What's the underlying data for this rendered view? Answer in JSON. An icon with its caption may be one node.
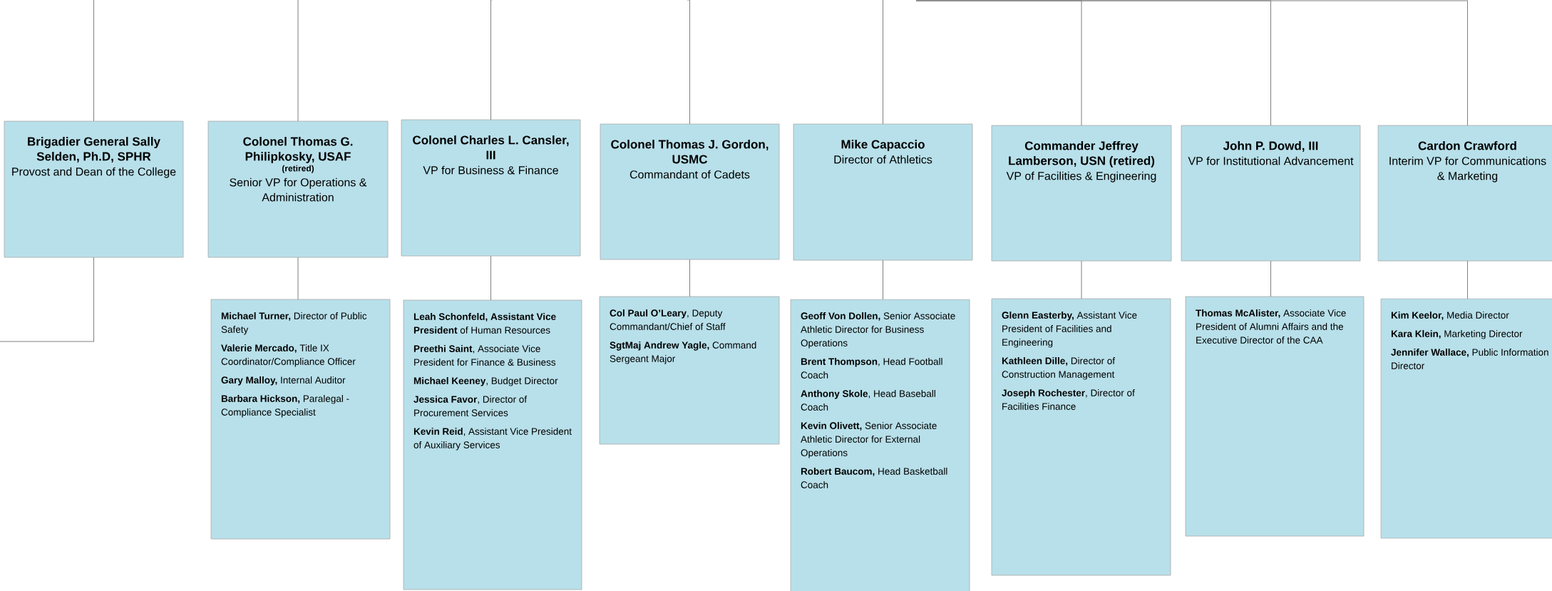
{
  "diagram": {
    "nodes": [
      {
        "text": [
          "Brigadier General Sally Selden, Ph.D, SPHR",
          "Provost and Dean of the College"
        ]
      },
      {
        "text": [
          "Colonel Thomas G. Philipkosky, USAF",
          "(retired)",
          "Senior VP for Operations & Administration"
        ]
      },
      {
        "text": [
          "Colonel Charles L. Cansler, III",
          "VP for Business & Finance"
        ]
      },
      {
        "text": [
          "Colonel Thomas J. Gordon, USMC",
          "Commandant of Cadets"
        ]
      },
      {
        "text": [
          "Mike Capaccio",
          "Director of Athletics"
        ]
      },
      {
        "text": [
          "Commander Jeffrey Lamberson, USN (retired)",
          "VP of Facilities & Engineering"
        ]
      },
      {
        "text": [
          "John P. Dowd, III",
          "VP for Institutional Advancement"
        ]
      },
      {
        "text": [
          "Cardon Crawford",
          "Interim VP for Communications & Marketing"
        ]
      },
      {
        "text": [
          "**Michael Turner,** Director of Public Safety",
          "**Valerie Mercado,** Title IX Coordinator/Compliance Officer",
          "**Gary Malloy,** Internal Auditor",
          "**Barbara Hickson,** Paralegal - Compliance Specialist"
        ]
      },
      {
        "text": [
          "**Leah Schonfeld, Assistant Vice President** of Human Resources",
          "**Preethi Saint**, Associate Vice President for Finance & Business",
          "**Michael Keeney**, Budget Director",
          "**Jessica Favor**, Director of Procurement Services",
          "**Kevin Reid**, Assistant Vice President of Auxiliary Services"
        ]
      },
      {
        "text": [
          "**Col Paul O’Leary**, Deputy Commandant/Chief of Staff",
          "**SgtMaj Andrew Yagle,** Command Sergeant Major"
        ]
      },
      {
        "text": [
          "**Geoff Von Dollen,** Senior Associate Athletic Director for Business Operations",
          "**Brent Thompson**, Head Football Coach",
          "**Anthony Skole**, Head Baseball Coach",
          "**Kevin Olivett,** Senior Associate Athletic Director for External Operations",
          "**Robert Baucom,** Head Basketball Coach"
        ]
      },
      {
        "text": [
          "**Glenn Easterby,** Assistant Vice President of Facilities and Engineering",
          "**Kathleen Dille,** Director of Construction Management",
          "**Joseph Rochester**, Director of Facilities Finance"
        ]
      },
      {
        "text": [
          "**Thomas McAlister,** Associate Vice President of Alumni Affairs and the Executive Director of the CAA"
        ]
      },
      {
        "text": [
          "**Kim Keelor,** Media Director",
          "**Kara Klein,** Marketing Director",
          "**Jennifer Wallace,** Public Information Director"
        ]
      }
    ],
    "edges": [
      {
        "from": null,
        "to": 0,
        "arrow": "none"
      },
      {
        "from": null,
        "to": 1,
        "arrow": "none"
      },
      {
        "from": null,
        "to": 2,
        "arrow": "none"
      },
      {
        "from": null,
        "to": 3,
        "arrow": "none"
      },
      {
        "from": null,
        "to": 4,
        "arrow": "none"
      },
      {
        "from": null,
        "to": 5,
        "arrow": "none"
      },
      {
        "from": null,
        "to": 6,
        "arrow": "none"
      },
      {
        "from": null,
        "to": 7,
        "arrow": "none"
      },
      {
        "from": 0,
        "to": null,
        "arrow": "none"
      },
      {
        "from": 1,
        "to": 8,
        "arrow": "none"
      },
      {
        "from": 2,
        "to": 9,
        "arrow": "none"
      },
      {
        "from": 3,
        "to": 10,
        "arrow": "none"
      },
      {
        "from": 4,
        "to": 11,
        "arrow": "none"
      },
      {
        "from": 5,
        "to": 12,
        "arrow": "none"
      },
      {
        "from": 6,
        "to": 13,
        "arrow": "none"
      },
      {
        "from": 7,
        "to": 14,
        "arrow": "none"
      }
    ]
  }
}
